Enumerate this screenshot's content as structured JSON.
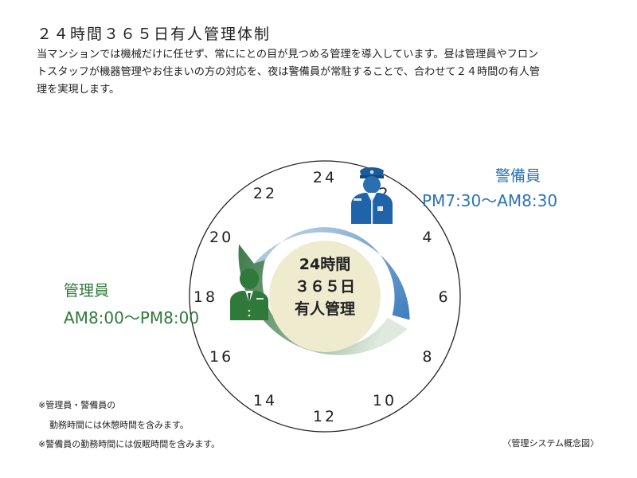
{
  "header": {
    "title": "２４時間３６５日有人管理体制",
    "intro": [
      "当マンションでは機械だけに任せず、常ににとの目が見つめる管理を導入しています。昼は管理員やフロン",
      "トスタッフが機器管理やお住まいの方の対応を、夜は警備員が常駐することで、合わせて２４時間の有人管",
      "理を実現します。"
    ]
  },
  "clock": {
    "hours": [
      {
        "label": "24"
      },
      {
        "label": "2"
      },
      {
        "label": "4"
      },
      {
        "label": "6"
      },
      {
        "label": "8"
      },
      {
        "label": "10"
      },
      {
        "label": "12"
      },
      {
        "label": "14"
      },
      {
        "label": "16"
      },
      {
        "label": "18"
      },
      {
        "label": "20"
      },
      {
        "label": "22"
      }
    ],
    "center_lines": [
      "24時間",
      "３６５日",
      "有人管理"
    ]
  },
  "guard": {
    "name": "警備員",
    "time": "PM7:30〜AM8:30",
    "color": "#2a73b8",
    "icon": "security-guard-icon"
  },
  "manager": {
    "name": "管理員",
    "time": "AM8:00〜PM8:00",
    "color": "#2f7a3a",
    "icon": "manager-icon"
  },
  "notes": [
    "※管理員・警備員の",
    "勤務時間には休憩時間を含みます。",
    "※警備員の勤務時間には仮眠時間を含みます。"
  ],
  "caption": "〈管理システム概念図〉"
}
